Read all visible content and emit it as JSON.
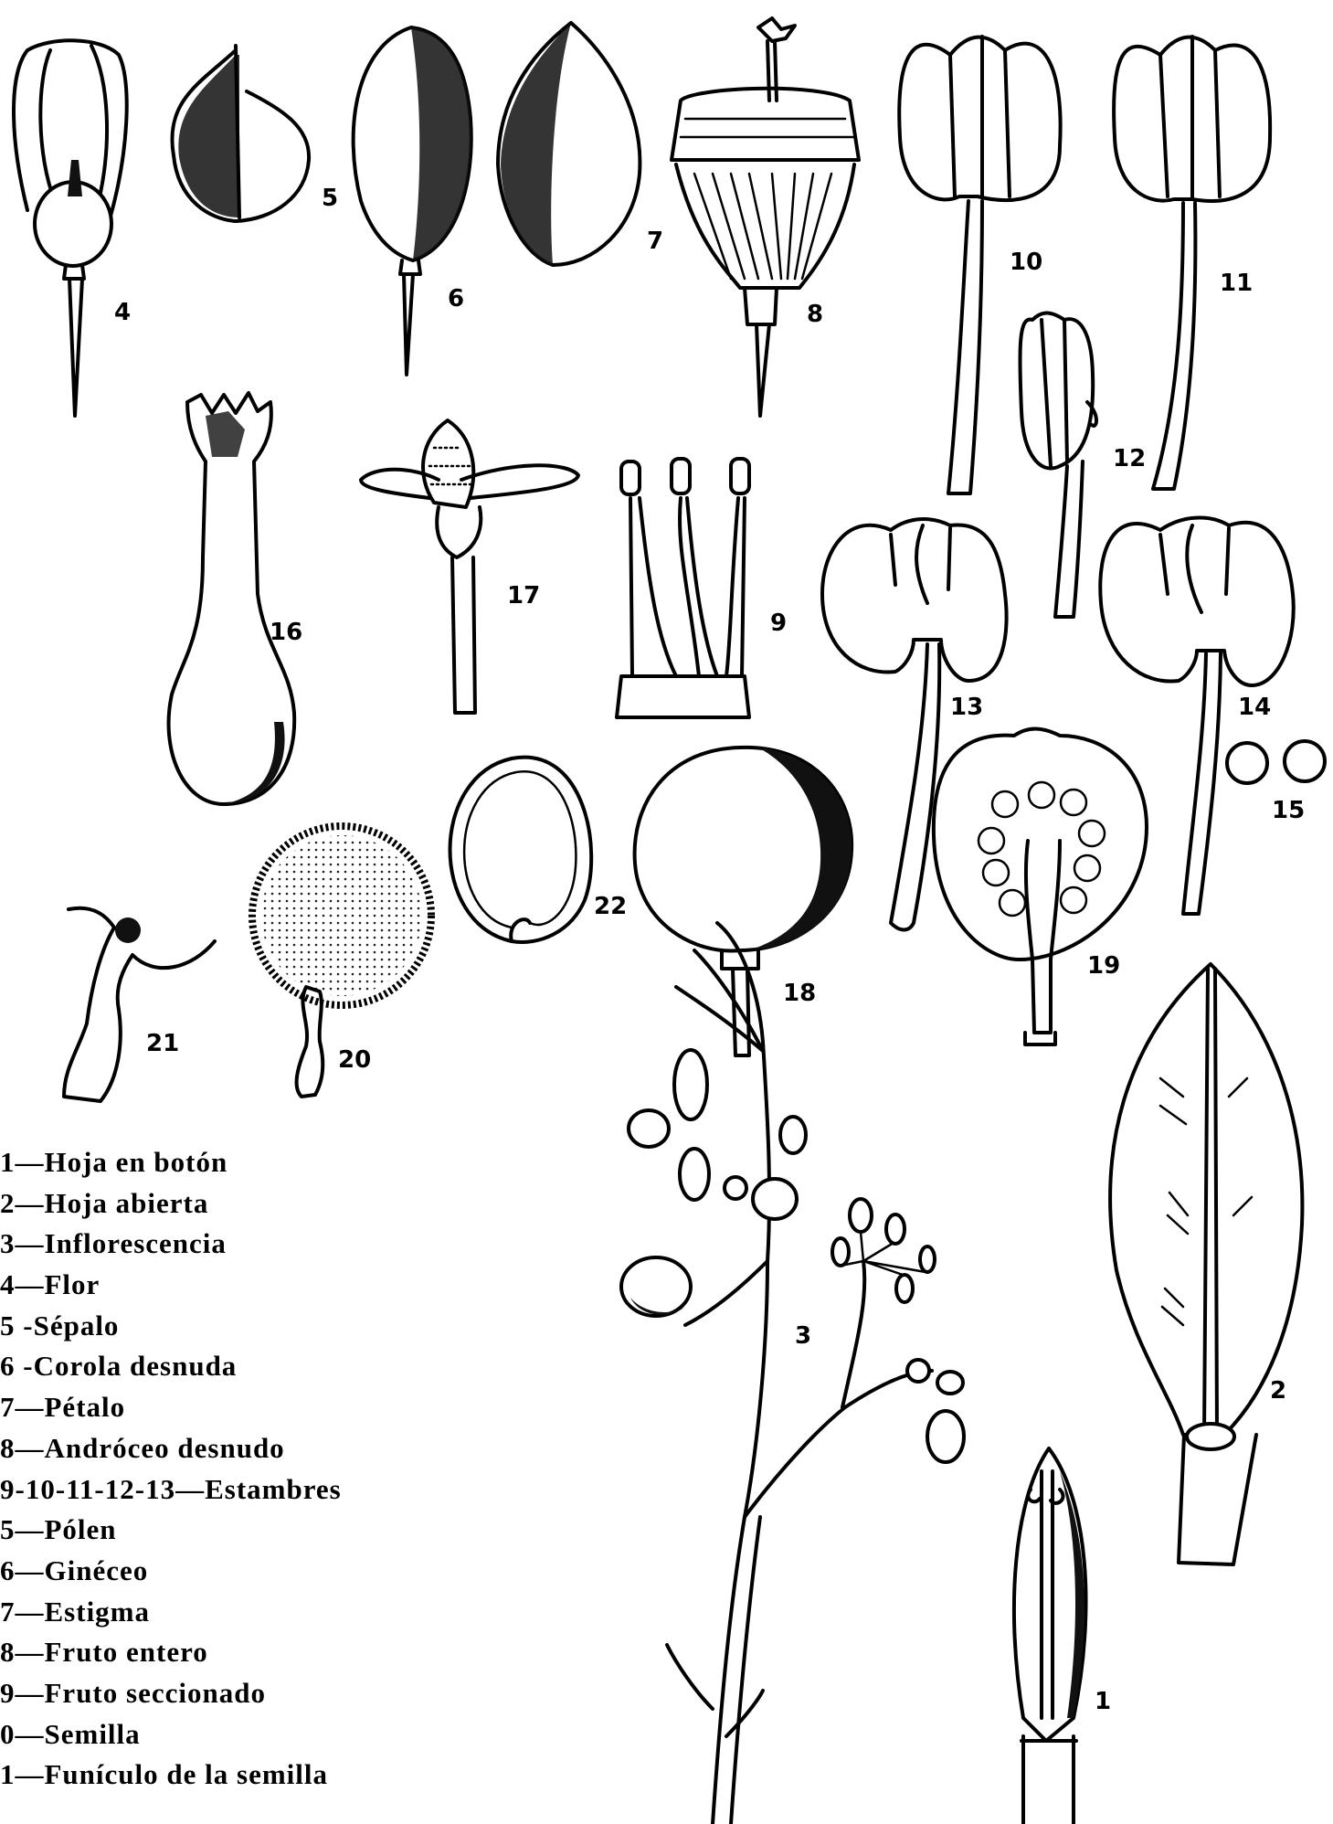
{
  "figure_numbers": {
    "n1": "1",
    "n2": "2",
    "n3": "3",
    "n4": "4",
    "n5": "5",
    "n6": "6",
    "n7": "7",
    "n8": "8",
    "n9": "9",
    "n10": "10",
    "n11": "11",
    "n12": "12",
    "n13": "13",
    "n14": "14",
    "n15": "15",
    "n16": "16",
    "n17": "17",
    "n18": "18",
    "n19": "19",
    "n20": "20",
    "n21": "21",
    "n22": "22"
  },
  "legend": [
    "1—Hoja en botón",
    "2—Hoja abierta",
    "3—Inflorescencia",
    "4—Flor",
    "5 -Sépalo",
    "6 -Corola desnuda",
    "7—Pétalo",
    "8—Andróceo desnudo",
    "9-10-11-12-13—Estambres",
    "5—Pólen",
    "6—Ginéceo",
    "7—Estigma",
    "8—Fruto entero",
    "9—Fruto seccionado",
    "0—Semilla",
    "1—Funículo de la semilla"
  ]
}
